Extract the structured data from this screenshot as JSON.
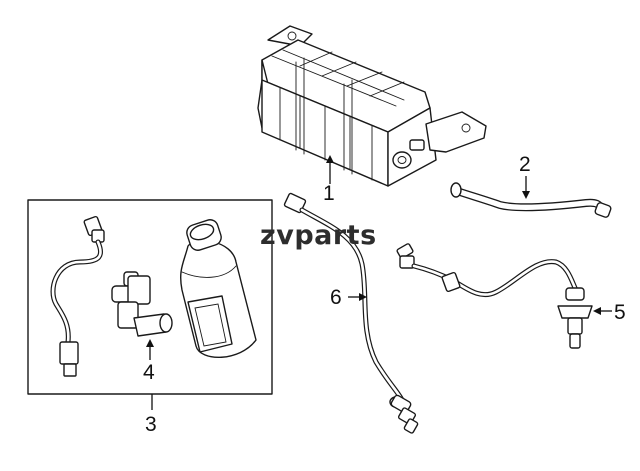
{
  "watermark": {
    "text": "zvparts"
  },
  "callouts": [
    {
      "id": "1",
      "label": "1"
    },
    {
      "id": "2",
      "label": "2"
    },
    {
      "id": "3",
      "label": "3"
    },
    {
      "id": "4",
      "label": "4"
    },
    {
      "id": "5",
      "label": "5"
    },
    {
      "id": "6",
      "label": "6"
    }
  ],
  "colors": {
    "line": "#1a1a1a",
    "background": "#ffffff",
    "watermark": "#2d2d2d"
  }
}
